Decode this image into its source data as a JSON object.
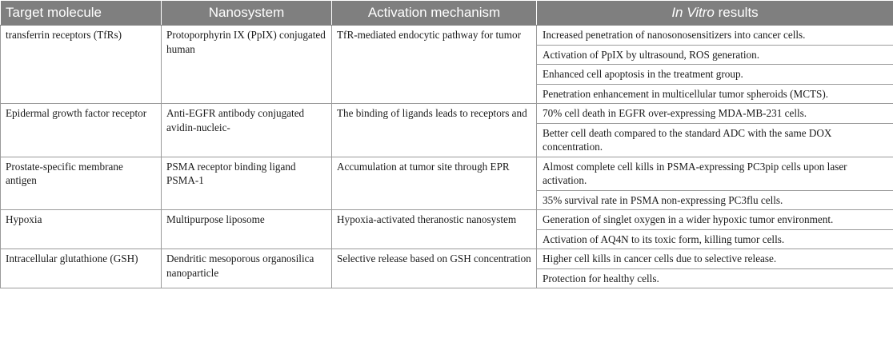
{
  "header": {
    "col1": "Target molecule",
    "col2": "Nanosystem",
    "col3": "Activation mechanism",
    "col4_em": "In Vitro",
    "col4_rest": " results"
  },
  "rows": [
    {
      "target": "transferrin receptors (TfRs)",
      "nanosystem": "Protoporphyrin IX (PpIX) conjugated human",
      "mechanism": "TfR-mediated endocytic pathway for tumor",
      "results": [
        "Increased penetration of nanosonosensitizers into cancer cells.",
        "Activation of PpIX by ultrasound, ROS generation.",
        "Enhanced cell apoptosis in the treatment group.",
        "Penetration enhancement in multicellular tumor spheroids (MCTS)."
      ]
    },
    {
      "target": "Epidermal growth factor receptor",
      "nanosystem": "Anti-EGFR antibody conjugated avidin-nucleic-",
      "mechanism": "The binding of ligands leads to receptors and",
      "results": [
        "70% cell death in EGFR over-expressing MDA-MB-231 cells.",
        "Better cell death compared to the standard ADC with the same DOX concentration."
      ]
    },
    {
      "target": "Prostate-specific membrane antigen",
      "nanosystem": "PSMA receptor binding ligand PSMA-1",
      "mechanism": "Accumulation at tumor site through EPR",
      "results": [
        "Almost complete cell kills in PSMA-expressing PC3pip cells upon laser activation.",
        "35% survival rate in PSMA non-expressing PC3flu cells."
      ]
    },
    {
      "target": "Hypoxia",
      "nanosystem": "Multipurpose liposome",
      "mechanism": "Hypoxia-activated theranostic nanosystem",
      "results": [
        "Generation of singlet oxygen in a wider hypoxic tumor environment.",
        "Activation of AQ4N to its toxic form, killing tumor cells."
      ]
    },
    {
      "target": "Intracellular glutathione (GSH)",
      "nanosystem": "Dendritic mesoporous organosilica nanoparticle",
      "mechanism": "Selective release based on GSH concentration",
      "results": [
        "Higher cell kills in cancer cells due to selective release.",
        "Protection for healthy cells."
      ]
    }
  ]
}
